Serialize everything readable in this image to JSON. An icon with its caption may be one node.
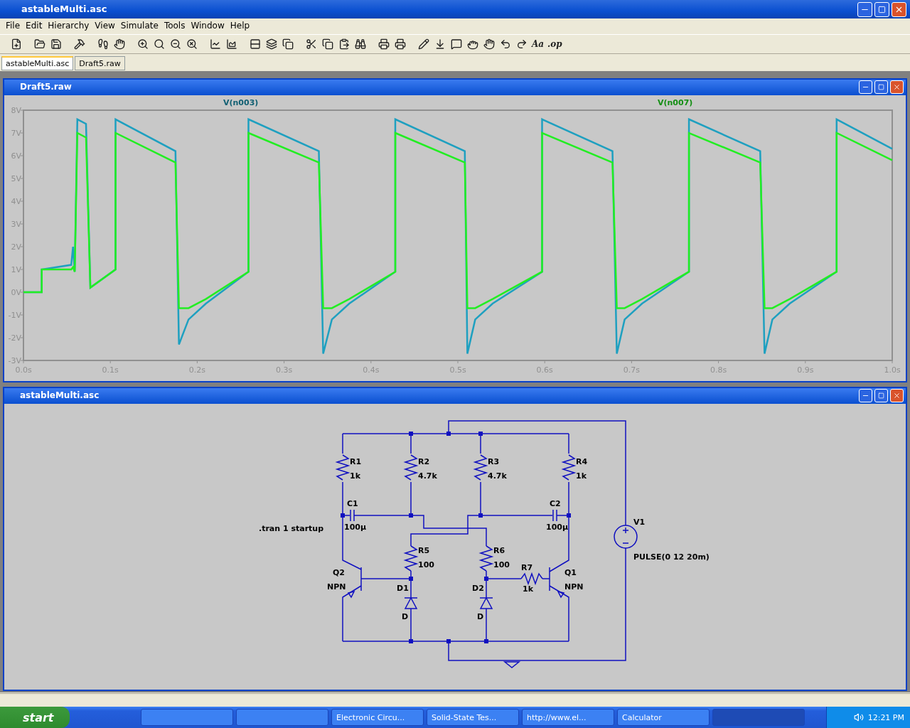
{
  "diagram": {
    "title": "astableMulti.asc",
    "labels": [
      "File",
      "Edit",
      "Hierarchy",
      "View",
      "Simulate",
      "Tools",
      "Window",
      "Help",
      "Aa",
      ".op",
      "astableMulti.asc",
      "Draft5.raw",
      "Draft5.raw",
      "astableMulti.asc",
      "R1",
      "1k",
      "R2",
      "4.7k",
      "R3",
      "4.7k",
      "R4",
      "1k",
      "C1",
      "C2",
      ".tran 1 startup",
      "100µ",
      "100µ",
      "V1",
      "R5",
      "R6",
      "PULSE(0 12 20m)",
      "100",
      "100",
      "Q2",
      "R7",
      "Q1",
      "NPN",
      "D1",
      "D2",
      "1k",
      "NPN",
      "D",
      "D",
      "start",
      "Electronic Circu...",
      "Solid-State Tes...",
      "http://www.el...",
      "Calculator",
      "12:21 PM"
    ],
    "chart_data": {
      "type": "line",
      "xlim": [
        0,
        1
      ],
      "ylim": [
        -3,
        8
      ],
      "xticks": [
        {
          "value": 0,
          "label": "0.0s"
        },
        {
          "value": 0.1,
          "label": "0.1s"
        },
        {
          "value": 0.2,
          "label": "0.2s"
        },
        {
          "value": 0.3,
          "label": "0.3s"
        },
        {
          "value": 0.4,
          "label": "0.4s"
        },
        {
          "value": 0.5,
          "label": "0.5s"
        },
        {
          "value": 0.6,
          "label": "0.6s"
        },
        {
          "value": 0.7,
          "label": "0.7s"
        },
        {
          "value": 0.8,
          "label": "0.8s"
        },
        {
          "value": 0.9,
          "label": "0.9s"
        },
        {
          "value": 1,
          "label": "1.0s"
        }
      ],
      "yticks": [
        {
          "value": 8,
          "label": "8V"
        },
        {
          "value": 7,
          "label": "7V"
        },
        {
          "value": 6,
          "label": "6V"
        },
        {
          "value": 5,
          "label": "5V"
        },
        {
          "value": 4,
          "label": "4V"
        },
        {
          "value": 3,
          "label": "3V"
        },
        {
          "value": 2,
          "label": "2V"
        },
        {
          "value": 1,
          "label": "1V"
        },
        {
          "value": 0,
          "label": "0V"
        },
        {
          "value": -1,
          "label": "-1V"
        },
        {
          "value": -2,
          "label": "-2V"
        },
        {
          "value": -3,
          "label": "-3V"
        }
      ],
      "x": [
        0,
        0.021,
        0.021,
        0.055,
        0.057,
        0.059,
        0.062,
        0.072,
        0.077,
        0.106,
        0.106,
        0.175,
        0.179,
        0.19,
        0.21,
        0.259,
        0.259,
        0.34,
        0.345,
        0.355,
        0.375,
        0.428,
        0.428,
        0.508,
        0.511,
        0.52,
        0.54,
        0.597,
        0.597,
        0.678,
        0.683,
        0.692,
        0.712,
        0.766,
        0.766,
        0.848,
        0.853,
        0.862,
        0.882,
        0.936,
        0.936,
        1.0
      ],
      "series": [
        {
          "name": "V(n003)",
          "color": "#1ea0c0",
          "values": [
            0,
            0,
            1,
            1.2,
            2.0,
            0.9,
            7.6,
            7.4,
            0.2,
            1,
            7.6,
            6.2,
            -2.3,
            -1.2,
            -0.5,
            0.9,
            7.6,
            6.2,
            -2.7,
            -1.2,
            -0.5,
            0.9,
            7.6,
            6.2,
            -2.7,
            -1.2,
            -0.5,
            0.9,
            7.6,
            6.2,
            -2.7,
            -1.2,
            -0.5,
            0.9,
            7.6,
            6.2,
            -2.7,
            -1.2,
            -0.5,
            0.9,
            7.6,
            6.3
          ]
        },
        {
          "name": "V(n007)",
          "color": "#22ee22",
          "values": [
            0,
            0,
            1,
            1,
            1.1,
            0.9,
            7.0,
            6.8,
            0.2,
            1,
            7.0,
            5.7,
            -0.7,
            -0.7,
            -0.3,
            0.9,
            7.0,
            5.7,
            -0.7,
            -0.7,
            -0.3,
            0.9,
            7.0,
            5.7,
            -0.7,
            -0.7,
            -0.3,
            0.9,
            7.0,
            5.7,
            -0.7,
            -0.7,
            -0.3,
            0.9,
            7.0,
            5.7,
            -0.7,
            -0.7,
            -0.3,
            0.9,
            7.0,
            5.8
          ]
        }
      ]
    }
  }
}
